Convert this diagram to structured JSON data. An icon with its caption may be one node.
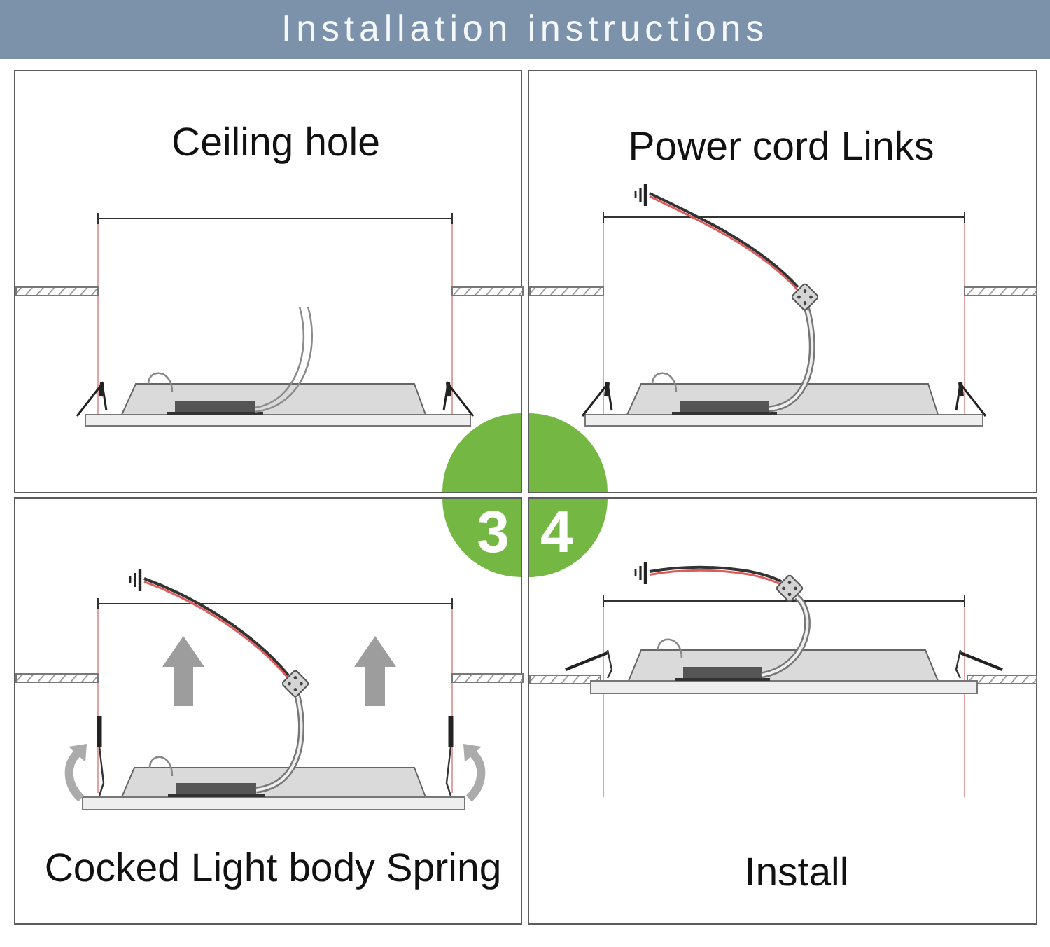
{
  "diagram": {
    "title": "Installation instructions",
    "nodes": [
      {
        "text": [
          "Ceiling hole"
        ]
      },
      {
        "text": [],
        "shape": "circle",
        "in": 0
      },
      {
        "text": [
          "Power cord Links"
        ]
      },
      {
        "text": [],
        "shape": "circle",
        "in": 2
      },
      {
        "text": [
          "Cocked Light body Spring"
        ]
      },
      {
        "text": [
          "3"
        ],
        "in": 4
      },
      {
        "text": [
          "Install"
        ]
      },
      {
        "text": [
          "4"
        ],
        "in": 6
      }
    ]
  }
}
